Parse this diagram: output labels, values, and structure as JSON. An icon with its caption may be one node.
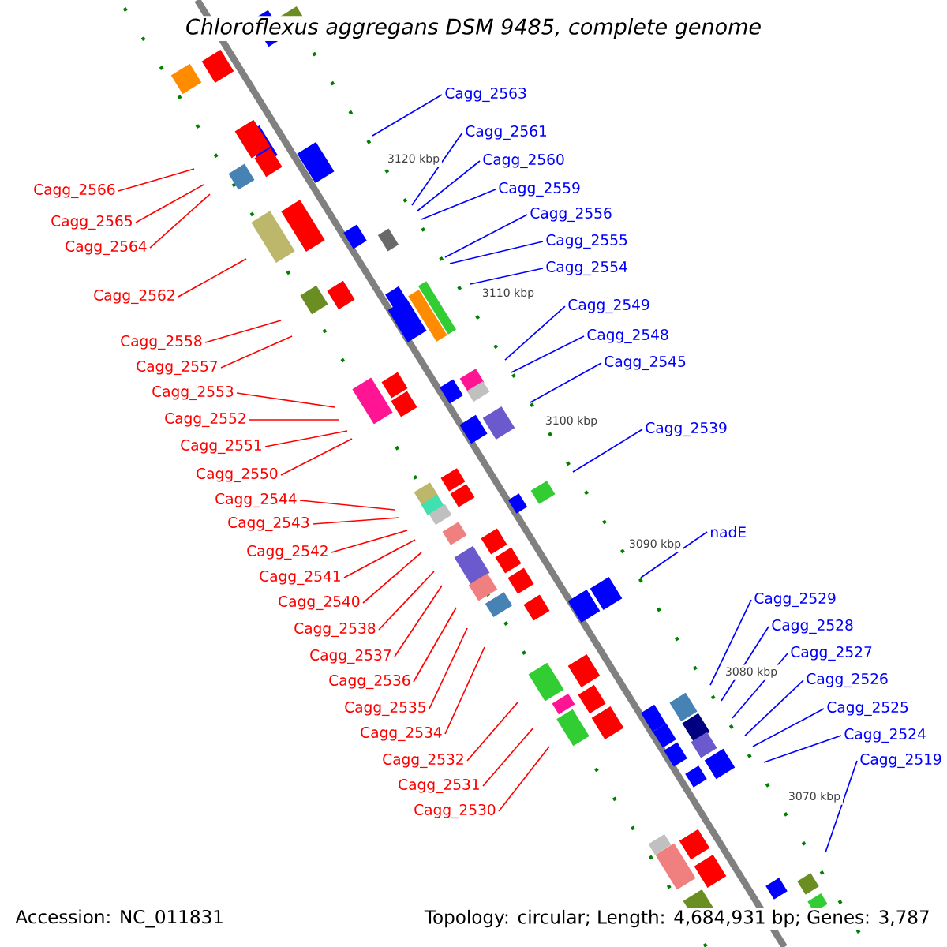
{
  "diagram": {
    "title": "Chloroflexus aggregans DSM 9485, complete genome",
    "nodes": [
      {
        "text": [
          "Cagg_2566"
        ]
      },
      {
        "text": [
          "Cagg_2565"
        ]
      },
      {
        "text": [
          "Cagg_2564"
        ]
      },
      {
        "text": [
          "Cagg_2562"
        ]
      },
      {
        "text": [
          "Cagg_2558"
        ]
      },
      {
        "text": [
          "Cagg_2557"
        ]
      },
      {
        "text": [
          "Cagg_2553"
        ]
      },
      {
        "text": [
          "Cagg_2552"
        ]
      },
      {
        "text": [
          "Cagg_2551"
        ]
      },
      {
        "text": [
          "Cagg_2550"
        ]
      },
      {
        "text": [
          "Cagg_2544"
        ]
      },
      {
        "text": [
          "Cagg_2543"
        ]
      },
      {
        "text": [
          "Cagg_2542"
        ]
      },
      {
        "text": [
          "Cagg_2541"
        ]
      },
      {
        "text": [
          "Cagg_2540"
        ]
      },
      {
        "text": [
          "Cagg_2538"
        ]
      },
      {
        "text": [
          "Cagg_2537"
        ]
      },
      {
        "text": [
          "Cagg_2536"
        ]
      },
      {
        "text": [
          "Cagg_2535"
        ]
      },
      {
        "text": [
          "Cagg_2534"
        ]
      },
      {
        "text": [
          "Cagg_2532"
        ]
      },
      {
        "text": [
          "Cagg_2531"
        ]
      },
      {
        "text": [
          "Cagg_2530"
        ]
      },
      {
        "text": [
          "Cagg_2563"
        ]
      },
      {
        "text": [
          "Cagg_2561"
        ]
      },
      {
        "text": [
          "Cagg_2560"
        ]
      },
      {
        "text": [
          "Cagg_2559"
        ]
      },
      {
        "text": [
          "Cagg_2556"
        ]
      },
      {
        "text": [
          "Cagg_2555"
        ]
      },
      {
        "text": [
          "Cagg_2554"
        ]
      },
      {
        "text": [
          "Cagg_2549"
        ]
      },
      {
        "text": [
          "Cagg_2548"
        ]
      },
      {
        "text": [
          "Cagg_2545"
        ]
      },
      {
        "text": [
          "Cagg_2539"
        ]
      },
      {
        "text": [
          "nadE"
        ]
      },
      {
        "text": [
          "Cagg_2529"
        ]
      },
      {
        "text": [
          "Cagg_2528"
        ]
      },
      {
        "text": [
          "Cagg_2527"
        ]
      },
      {
        "text": [
          "Cagg_2526"
        ]
      },
      {
        "text": [
          "Cagg_2525"
        ]
      },
      {
        "text": [
          "Cagg_2524"
        ]
      },
      {
        "text": [
          "Cagg_2519"
        ]
      }
    ],
    "edges": [
      {
        "from": 0,
        "to": null,
        "arrow": "none"
      },
      {
        "from": 1,
        "to": null,
        "arrow": "none"
      },
      {
        "from": 2,
        "to": null,
        "arrow": "none"
      },
      {
        "from": 3,
        "to": null,
        "arrow": "none"
      },
      {
        "from": 4,
        "to": null,
        "arrow": "none"
      },
      {
        "from": 5,
        "to": null,
        "arrow": "none"
      },
      {
        "from": 6,
        "to": null,
        "arrow": "none"
      },
      {
        "from": 7,
        "to": null,
        "arrow": "none"
      },
      {
        "from": 8,
        "to": null,
        "arrow": "none"
      },
      {
        "from": 9,
        "to": null,
        "arrow": "none"
      },
      {
        "from": 10,
        "to": null,
        "arrow": "none"
      },
      {
        "from": 11,
        "to": null,
        "arrow": "none"
      },
      {
        "from": 12,
        "to": null,
        "arrow": "none"
      },
      {
        "from": 13,
        "to": null,
        "arrow": "none"
      },
      {
        "from": 14,
        "to": null,
        "arrow": "none"
      },
      {
        "from": 15,
        "to": null,
        "arrow": "none"
      },
      {
        "from": 16,
        "to": null,
        "arrow": "none"
      },
      {
        "from": 17,
        "to": null,
        "arrow": "none"
      },
      {
        "from": 18,
        "to": null,
        "arrow": "none"
      },
      {
        "from": 19,
        "to": null,
        "arrow": "none"
      },
      {
        "from": 20,
        "to": null,
        "arrow": "none"
      },
      {
        "from": 21,
        "to": null,
        "arrow": "none"
      },
      {
        "from": 22,
        "to": null,
        "arrow": "none"
      },
      {
        "from": 23,
        "to": null,
        "arrow": "none",
        "color": "#0000ff"
      },
      {
        "from": 24,
        "to": null,
        "arrow": "none",
        "color": "#0000ff"
      },
      {
        "from": 25,
        "to": null,
        "arrow": "none",
        "color": "#0000ff"
      },
      {
        "from": 26,
        "to": null,
        "arrow": "none",
        "color": "#0000ff"
      },
      {
        "from": 27,
        "to": null,
        "arrow": "none",
        "color": "#0000ff"
      },
      {
        "from": 28,
        "to": null,
        "arrow": "none",
        "color": "#0000ff"
      },
      {
        "from": 29,
        "to": null,
        "arrow": "none",
        "color": "#0000ff"
      },
      {
        "from": 30,
        "to": null,
        "arrow": "none",
        "color": "#0000ff"
      },
      {
        "from": 31,
        "to": null,
        "arrow": "none",
        "color": "#0000ff"
      },
      {
        "from": 32,
        "to": null,
        "arrow": "none",
        "color": "#0000ff"
      },
      {
        "from": 33,
        "to": null,
        "arrow": "none",
        "color": "#0000ff"
      },
      {
        "from": 34,
        "to": null,
        "arrow": "none",
        "color": "#0000ff"
      },
      {
        "from": 35,
        "to": null,
        "arrow": "none",
        "color": "#0000ff"
      },
      {
        "from": 36,
        "to": null,
        "arrow": "none",
        "color": "#0000ff"
      },
      {
        "from": 37,
        "to": null,
        "arrow": "none",
        "color": "#0000ff"
      },
      {
        "from": 38,
        "to": null,
        "arrow": "none",
        "color": "#0000ff"
      },
      {
        "from": 39,
        "to": null,
        "arrow": "none",
        "color": "#0000ff"
      },
      {
        "from": 40,
        "to": null,
        "arrow": "none",
        "color": "#0000ff"
      },
      {
        "from": 41,
        "to": null,
        "arrow": "none",
        "color": "#0000ff"
      }
    ],
    "labels": [
      "3120 kbp",
      "3110 kbp",
      "3100 kbp",
      "3090 kbp",
      "3080 kbp",
      "3070 kbp",
      "Accession: NC_011831",
      "Topology: circular; Length: 4,684,931 bp; Genes: 3,787"
    ]
  }
}
